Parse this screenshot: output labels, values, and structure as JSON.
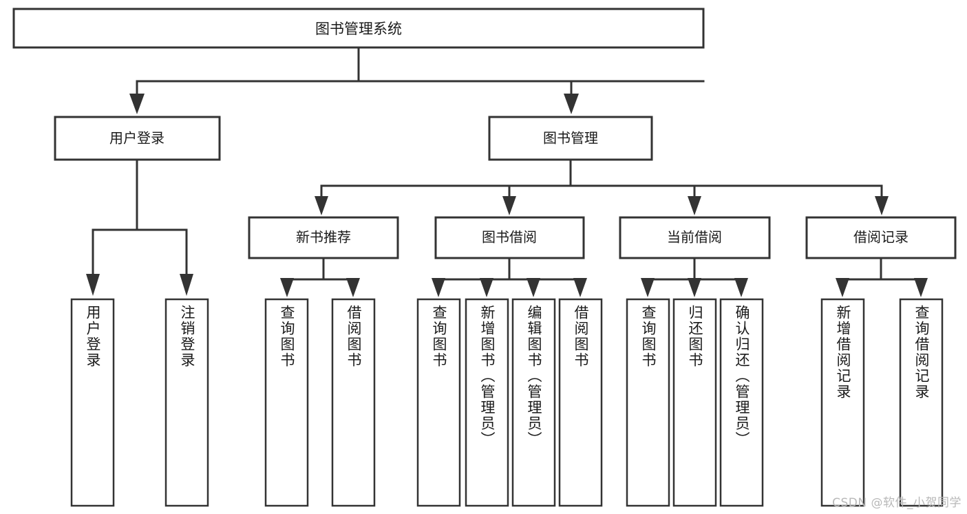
{
  "diagram": {
    "type": "tree-hierarchy-chart",
    "title": "图书管理系统",
    "orientation": "top-down",
    "colors": {
      "box_stroke": "#333333",
      "box_fill": "#ffffff",
      "text": "#1a1a1a",
      "background": "#ffffff",
      "watermark": "#b8b8b8"
    }
  },
  "root": {
    "label": "图书管理系统"
  },
  "level2": [
    {
      "label": "用户登录"
    },
    {
      "label": "图书管理"
    }
  ],
  "level3": [
    {
      "label": "新书推荐"
    },
    {
      "label": "图书借阅"
    },
    {
      "label": "当前借阅"
    },
    {
      "label": "借阅记录"
    }
  ],
  "leaves": {
    "user_login": [
      {
        "label": "用户登录"
      },
      {
        "label": "注销登录"
      }
    ],
    "new_book_recommend": [
      {
        "label": "查询图书"
      },
      {
        "label": "借阅图书"
      }
    ],
    "book_borrow": [
      {
        "label": "查询图书"
      },
      {
        "label": "新增图书（管理员）"
      },
      {
        "label": "编辑图书（管理员）"
      },
      {
        "label": "借阅图书"
      }
    ],
    "current_borrow": [
      {
        "label": "查询图书"
      },
      {
        "label": "归还图书"
      },
      {
        "label": "确认归还（管理员）"
      }
    ],
    "borrow_record": [
      {
        "label": "新增借阅记录"
      },
      {
        "label": "查询借阅记录"
      }
    ]
  },
  "watermark": {
    "text": "CSDN @软件_小贺同学"
  }
}
